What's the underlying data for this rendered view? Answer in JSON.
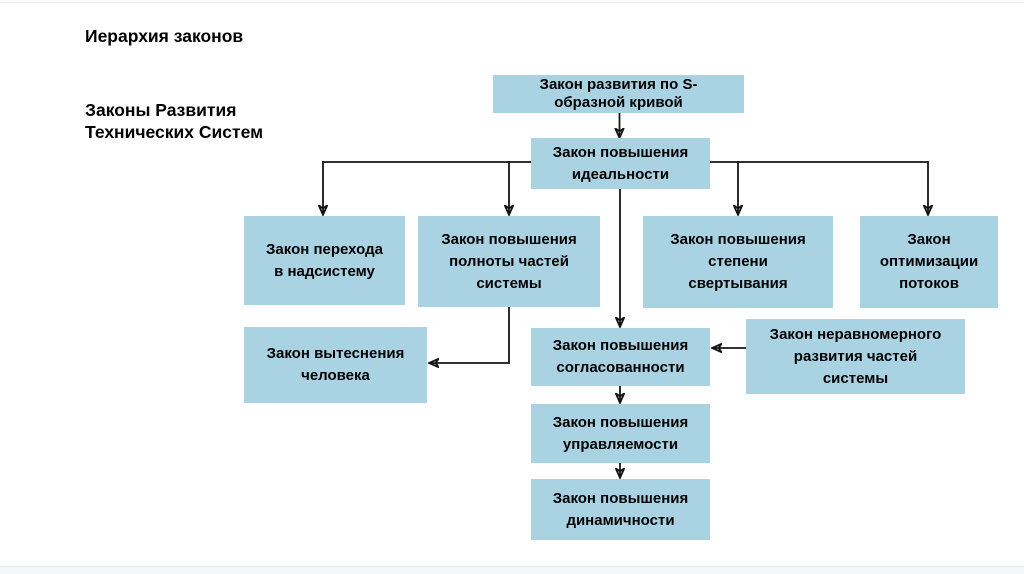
{
  "page": {
    "title": "Иерархия законов",
    "subtitle": "Законы Развития\nТехнических Систем"
  },
  "diagram": {
    "nodes": {
      "s_curve": {
        "label": "Закон развития по S-\nобразной кривой"
      },
      "ideality": {
        "label": "Закон повышения\nидеальности"
      },
      "supersystem": {
        "label": "Закон перехода\nв надсистему"
      },
      "completeness": {
        "label": "Закон повышения\nполноты частей\nсистемы"
      },
      "trimming": {
        "label": "Закон повышения\nстепени\nсвертывания"
      },
      "flows": {
        "label": "Закон\nоптимизации\nпотоков"
      },
      "human_displacement": {
        "label": "Закон вытеснения\nчеловека"
      },
      "coordination": {
        "label": "Закон повышения\nсогласованности"
      },
      "uneven_development": {
        "label": "Закон неравномерного\nразвития частей\nсистемы"
      },
      "controllability": {
        "label": "Закон повышения\nуправляемости"
      },
      "dynamization": {
        "label": "Закон повышения\nдинамичности"
      }
    }
  },
  "colors": {
    "node_fill": "#a9d3e2",
    "connector": "#141414",
    "background": "#ffffff",
    "text": "#000000"
  }
}
